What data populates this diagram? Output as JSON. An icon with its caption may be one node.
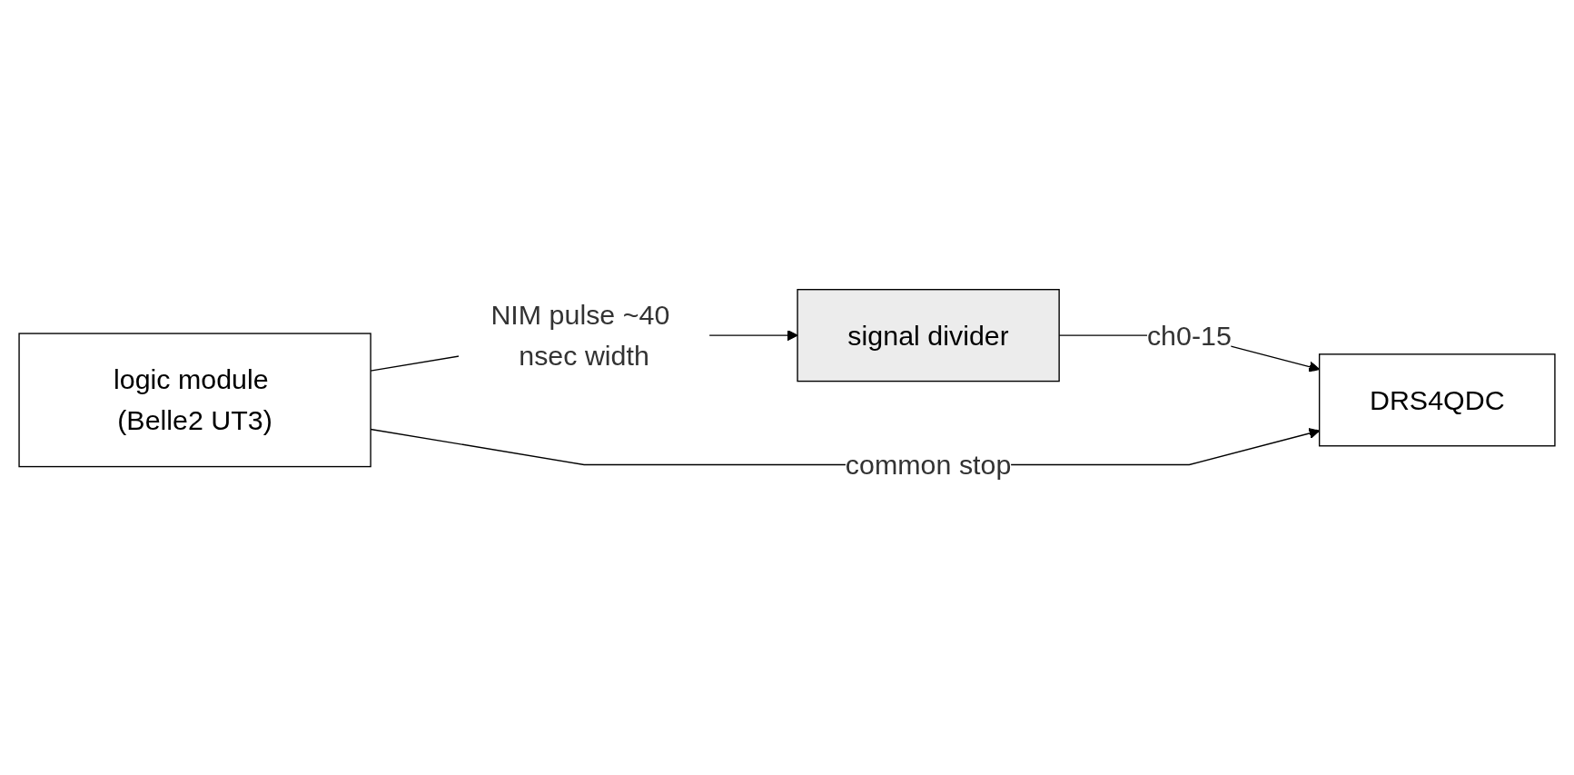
{
  "diagram": {
    "nodes": [
      {
        "text": [
          "logic module (Belle2 UT3)"
        ]
      },
      {
        "text": [
          "signal divider"
        ]
      },
      {
        "text": [
          "DRS4QDC"
        ]
      }
    ],
    "edges": [
      {
        "from": 0,
        "to": 1,
        "arrow": "to",
        "label": "NIM pulse ~40 nsec width"
      },
      {
        "from": 1,
        "to": 2,
        "arrow": "to",
        "label": "ch0-15"
      },
      {
        "from": 0,
        "to": 2,
        "arrow": "to",
        "label": "common stop"
      }
    ]
  }
}
